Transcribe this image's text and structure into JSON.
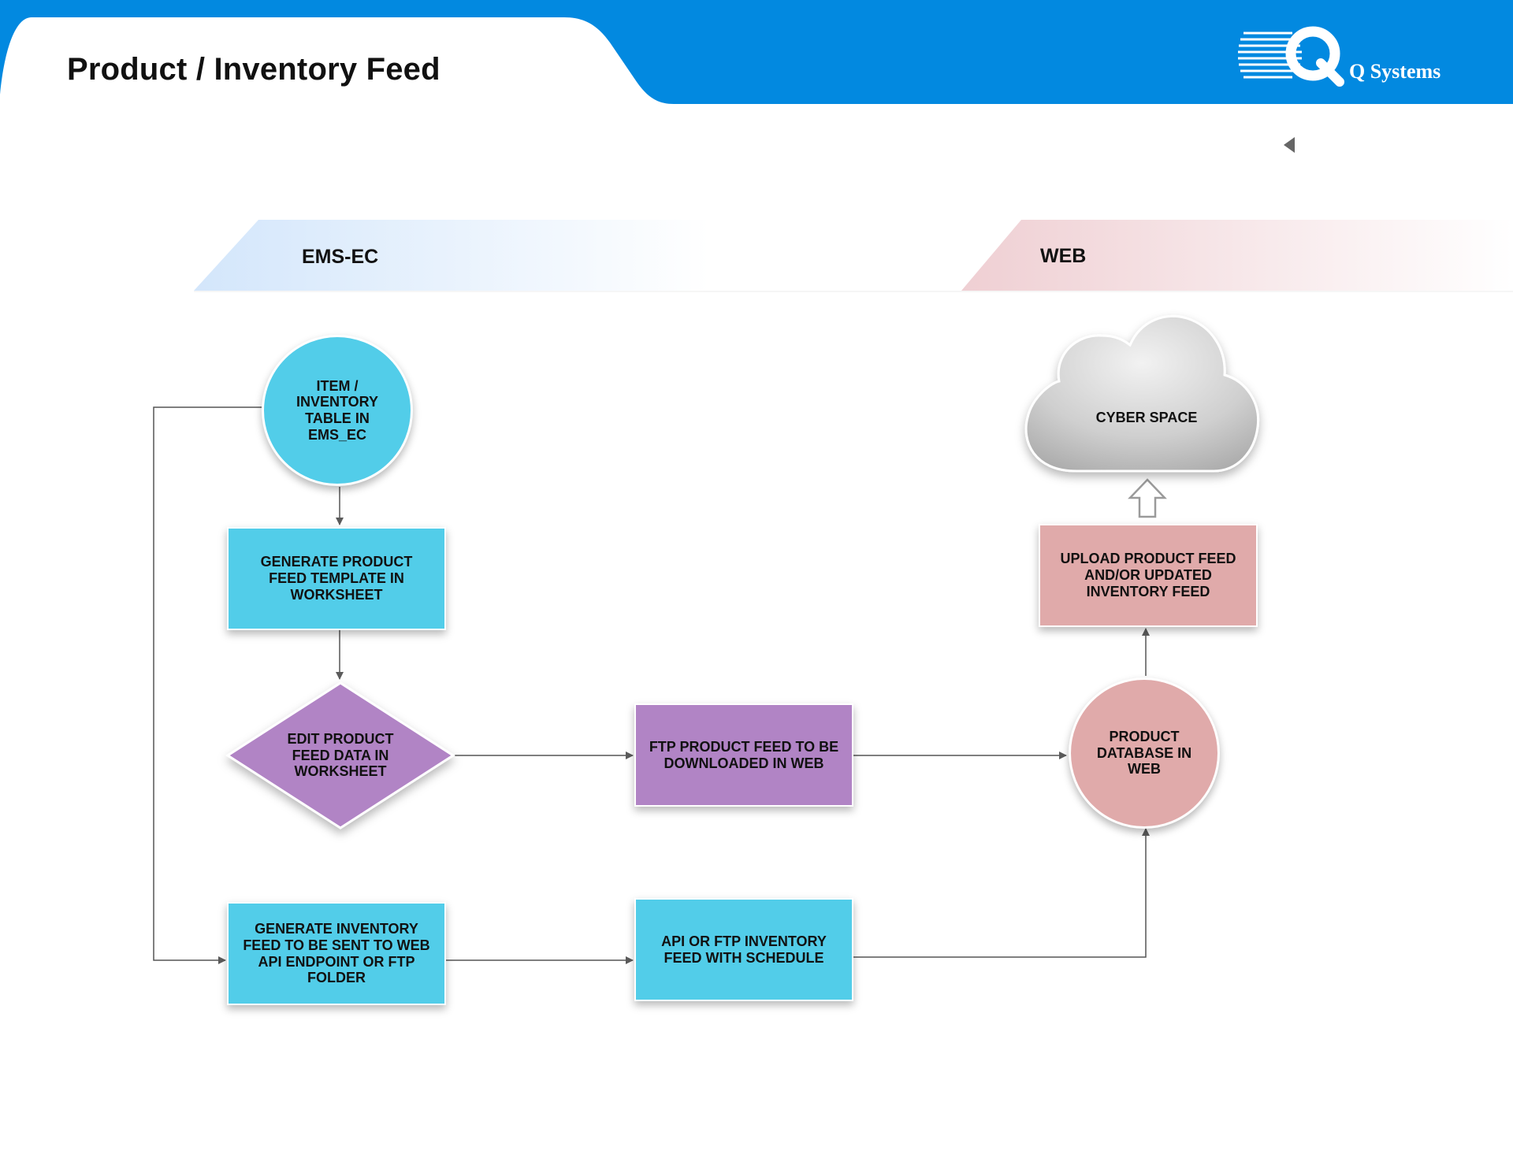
{
  "header": {
    "title": "Product / Inventory Feed",
    "brand_name": "Q Systems",
    "accent_color": "#0289e0"
  },
  "nav": {
    "back_icon": "triangle-left-icon"
  },
  "lanes": [
    {
      "id": "ems",
      "label": "EMS-EC",
      "color": "#d6e9fb"
    },
    {
      "id": "web",
      "label": "WEB",
      "color": "#f1d3d6"
    }
  ],
  "nodes": {
    "item_table": {
      "label": "ITEM / INVENTORY TABLE IN EMS_EC",
      "shape": "circle",
      "color": "#52cde9"
    },
    "generate_template": {
      "label": "GENERATE PRODUCT FEED TEMPLATE IN WORKSHEET",
      "shape": "rectangle",
      "color": "#52cde9"
    },
    "edit_feed": {
      "label": "EDIT PRODUCT FEED DATA IN WORKSHEET",
      "shape": "diamond",
      "color": "#b184c5"
    },
    "ftp_feed": {
      "label": "FTP PRODUCT FEED TO BE DOWNLOADED IN WEB",
      "shape": "rectangle",
      "color": "#b184c5"
    },
    "generate_inventory": {
      "label": "GENERATE INVENTORY FEED TO BE SENT TO WEB API ENDPOINT OR FTP FOLDER",
      "shape": "rectangle",
      "color": "#52cde9"
    },
    "api_ftp": {
      "label": "API OR FTP INVENTORY FEED WITH SCHEDULE",
      "shape": "rectangle",
      "color": "#52cde9"
    },
    "product_db": {
      "label": "PRODUCT DATABASE IN WEB",
      "shape": "circle",
      "color": "#e0aaaa"
    },
    "upload_feed": {
      "label": "UPLOAD PRODUCT FEED AND/OR UPDATED INVENTORY FEED",
      "shape": "rectangle",
      "color": "#e0aaaa"
    },
    "cyber_space": {
      "label": "CYBER SPACE",
      "shape": "cloud",
      "color": "#c9c9c9"
    }
  },
  "edges": [
    {
      "from": "item_table",
      "to": "generate_template"
    },
    {
      "from": "generate_template",
      "to": "edit_feed"
    },
    {
      "from": "edit_feed",
      "to": "ftp_feed"
    },
    {
      "from": "ftp_feed",
      "to": "product_db"
    },
    {
      "from": "item_table",
      "to": "generate_inventory"
    },
    {
      "from": "generate_inventory",
      "to": "api_ftp"
    },
    {
      "from": "api_ftp",
      "to": "product_db"
    },
    {
      "from": "product_db",
      "to": "upload_feed"
    },
    {
      "from": "upload_feed",
      "to": "cyber_space"
    }
  ]
}
